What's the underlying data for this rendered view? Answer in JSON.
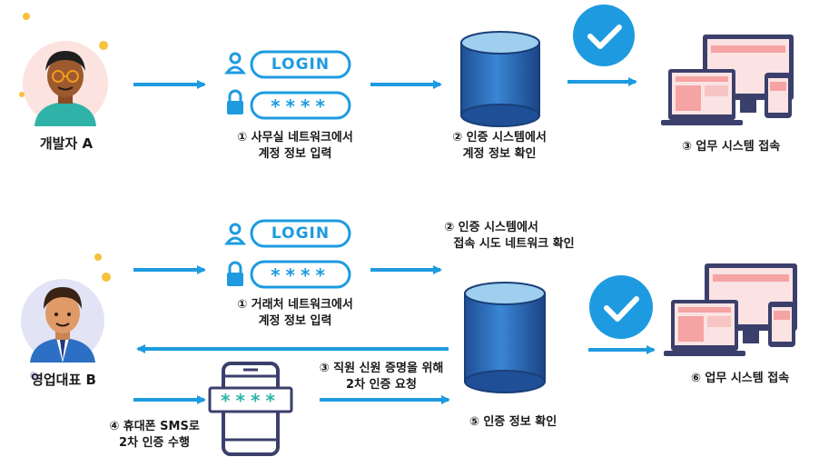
{
  "colors": {
    "blue": "#1e9be0",
    "db_top": "#9fcfee",
    "db_body": "#2a67b8",
    "device_frame": "#3b3f6b",
    "screen_bg": "#fbe3e3",
    "screen_accent": "#f5a3a3"
  },
  "row1": {
    "person_label": "개발자 A",
    "login_text": "LOGIN",
    "password_text": "****",
    "step1_line1": "① 사무실 네트워크에서",
    "step1_line2": "계정 정보 입력",
    "step2_line1": "② 인증 시스템에서",
    "step2_line2": "계정 정보 확인",
    "step3": "③ 업무 시스템 접속"
  },
  "row2": {
    "person_label": "영업대표 B",
    "login_text": "LOGIN",
    "password_text": "****",
    "step1_line1": "① 거래처 네트워크에서",
    "step1_line2": "계정 정보 입력",
    "step2_line1": "② 인증 시스템에서",
    "step2_line2": "접속 시도 네트워크 확인",
    "step3_line1": "③ 직원 신원 증명을 위해",
    "step3_line2": "2차 인증 요청",
    "step4_line1": "④ 휴대폰 SMS로",
    "step4_line2": "2차 인증 수행",
    "phone_code": "****",
    "step5": "⑤ 인증 정보 확인",
    "step6": "⑥ 업무 시스템 접속"
  },
  "icons": [
    "avatar-developer-icon",
    "avatar-sales-icon",
    "user-icon",
    "lock-icon",
    "database-icon",
    "checkmark-icon",
    "devices-icon",
    "smartphone-icon",
    "arrow-right-icon",
    "arrow-left-icon"
  ]
}
